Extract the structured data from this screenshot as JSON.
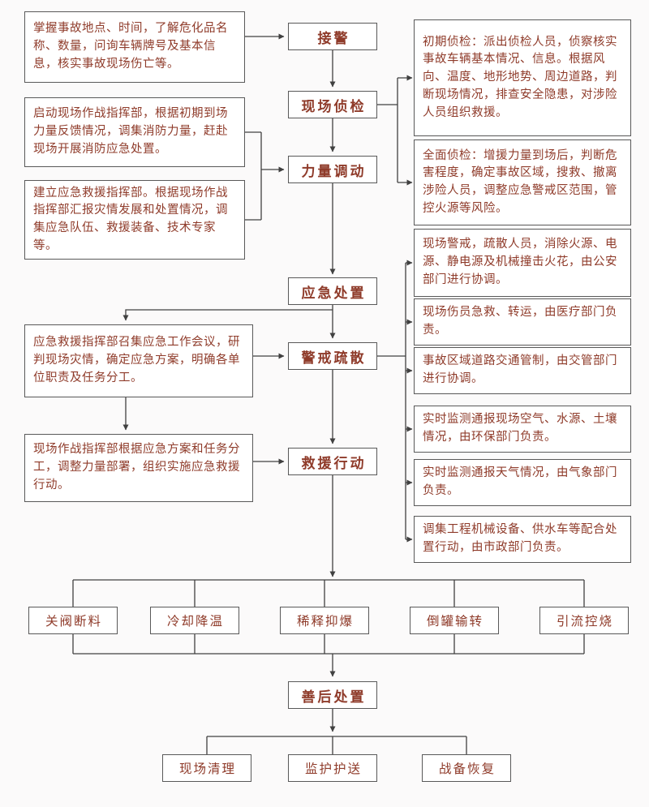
{
  "colors": {
    "background": "#fbfafa",
    "box_bg": "#ffffff",
    "text": "#8f3b2a",
    "line": "#404040",
    "border": "#595959"
  },
  "flow_nodes": [
    {
      "label": "接警"
    },
    {
      "label": "现场侦检"
    },
    {
      "label": "力量调动"
    },
    {
      "label": "应急处置"
    },
    {
      "label": "警戒疏散"
    },
    {
      "label": "救援行动"
    },
    {
      "label": "善后处置"
    }
  ],
  "left_notes": [
    {
      "text": "掌握事故地点、时间，了解危化品名称、数量，问询车辆牌号及基本信息，核实事故现场伤亡等。"
    },
    {
      "text": "启动现场作战指挥部，根据初期到场力量反馈情况，调集消防力量，赶赴现场开展消防应急处置。"
    },
    {
      "text": "建立应急救援指挥部。根据现场作战指挥部汇报灾情发展和处置情况，调集应急队伍、救援装备、技术专家等。"
    },
    {
      "text": "应急救援指挥部召集应急工作会议，研判现场灾情，确定应急方案，明确各单位职责及任务分工。"
    },
    {
      "text": "现场作战指挥部根据应急方案和任务分工，调整力量部署，组织实施应急救援行动。"
    }
  ],
  "right_notes": [
    {
      "text": "初期侦检：派出侦检人员，侦察核实事故车辆基本情况、信息。根据风向、温度、地形地势、周边道路，判断现场情况，排查安全隐患，对涉险人员组织救援。"
    },
    {
      "text": "全面侦检：增援力量到场后，判断危害程度，确定事故区域，搜救、撤离涉险人员，调整应急警戒区范围，管控火源等风险。"
    },
    {
      "text": "现场警戒，疏散人员，消除火源、电源、静电源及机械撞击火花，由公安部门进行协调。"
    },
    {
      "text": "现场伤员急救、转运，由医疗部门负责。"
    },
    {
      "text": "事故区域道路交通管制，由交管部门进行协调。"
    },
    {
      "text": "实时监测通报现场空气、水源、土壤情况，由环保部门负责。"
    },
    {
      "text": "实时监测通报天气情况，由气象部门负责。"
    },
    {
      "text": "调集工程机械设备、供水车等配合处置行动，由市政部门负责。"
    }
  ],
  "tactic_nodes": [
    {
      "label": "关阀断料"
    },
    {
      "label": "冷却降温"
    },
    {
      "label": "稀释抑爆"
    },
    {
      "label": "倒罐输转"
    },
    {
      "label": "引流控烧"
    }
  ],
  "closing_nodes": [
    {
      "label": "现场清理"
    },
    {
      "label": "监护护送"
    },
    {
      "label": "战备恢复"
    }
  ]
}
